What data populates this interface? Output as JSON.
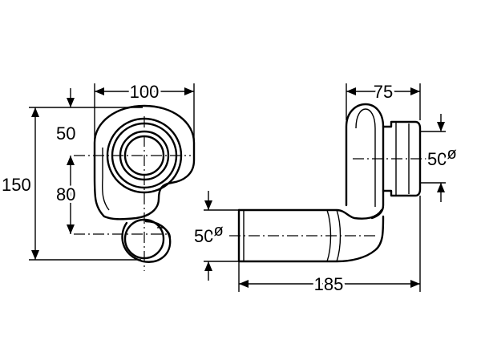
{
  "dimensions": {
    "siphon_width": "100",
    "total_height": "150",
    "upper_offset": "50",
    "outlet_spacing": "80",
    "body_depth": "75",
    "outlet_diameter": "50",
    "outlet_symbol": "ø",
    "inlet_diameter": "50",
    "inlet_symbol": "ø",
    "pipe_length": "185"
  }
}
